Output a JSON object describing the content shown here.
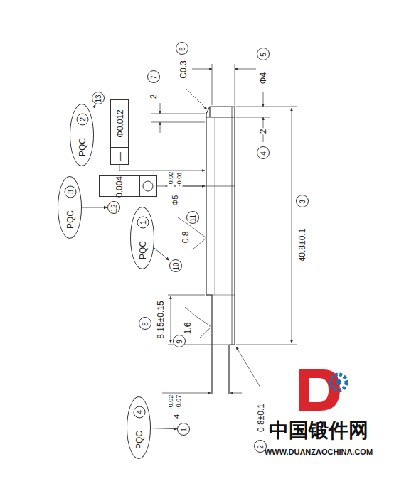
{
  "diagram": {
    "nodes": [
      {
        "text": [
          "PQC",
          "2"
        ]
      },
      {
        "text": [
          "PQC",
          "3"
        ]
      },
      {
        "text": [
          "PQC",
          "1"
        ]
      },
      {
        "text": [
          "PQC",
          "4"
        ]
      },
      {
        "text": [
          "—",
          "Φ0.012"
        ]
      },
      {
        "text": [
          "0.004"
        ]
      },
      {
        "text": [
          "1"
        ]
      },
      {
        "text": [
          "2"
        ]
      },
      {
        "text": [
          "3"
        ]
      },
      {
        "text": [
          "4"
        ]
      },
      {
        "text": [
          "5"
        ]
      },
      {
        "text": [
          "6"
        ]
      },
      {
        "text": [
          "7"
        ]
      },
      {
        "text": [
          "8"
        ]
      },
      {
        "text": [
          "9"
        ]
      },
      {
        "text": [
          "10"
        ]
      },
      {
        "text": [
          "11"
        ]
      },
      {
        "text": [
          "12"
        ]
      },
      {
        "text": [
          "13"
        ]
      }
    ],
    "edges": [
      {
        "from": 0,
        "to": 18,
        "arrow": "to"
      },
      {
        "from": 1,
        "to": 17,
        "arrow": "to"
      },
      {
        "from": 2,
        "to": 15,
        "arrow": "to"
      },
      {
        "from": 3,
        "to": 6,
        "arrow": "to"
      }
    ],
    "labels": [
      "C0.3",
      "2",
      "Φ4",
      "2",
      "40.8±0.1",
      "Φ5",
      "-0.02",
      "-0.01",
      "0.8",
      "8.15±0.15",
      "1.6",
      "4",
      "-0.02",
      "-0.07",
      "0.8±0.1",
      "中国锻件网",
      "WWW.DUANZAOCHINA.COM"
    ]
  }
}
